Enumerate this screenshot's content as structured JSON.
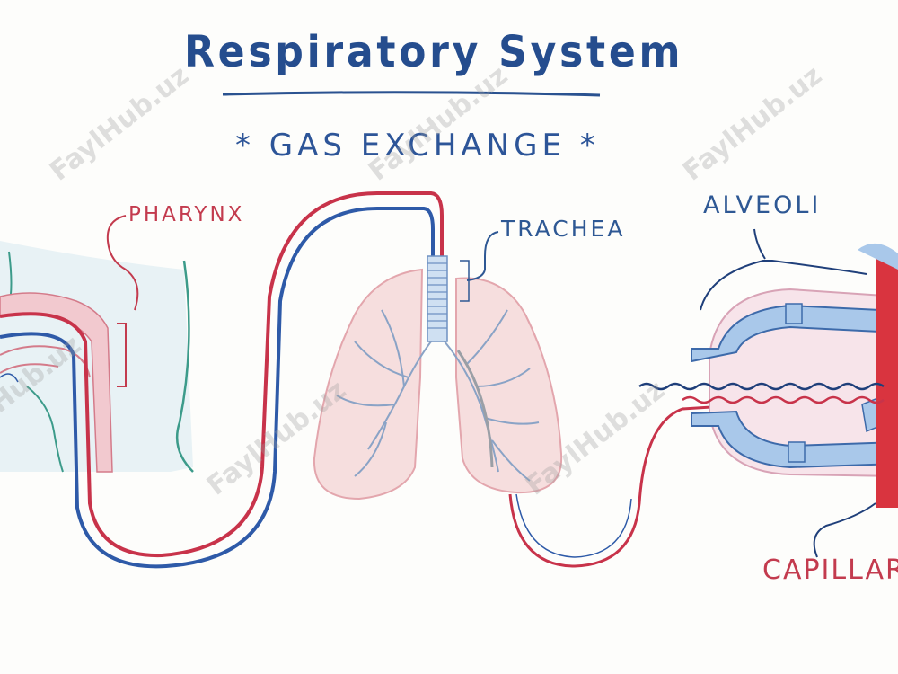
{
  "diagram": {
    "title": "Respiratory System",
    "subtitle": "* GAS EXCHANGE *",
    "labels": {
      "pharynx": "PHARYNX",
      "trachea": "TRACHEA",
      "alveoli": "ALVEOLI",
      "capillary": "CAPILLARY"
    },
    "watermark": "FaylHub.uz",
    "colors": {
      "title_blue": "#254d8e",
      "label_red": "#c33b4e",
      "vessel_red": "#c8334a",
      "vessel_blue": "#2e5aa8",
      "lung_fill": "#f6dede",
      "alveoli_fill": "#a9c8ea"
    }
  }
}
